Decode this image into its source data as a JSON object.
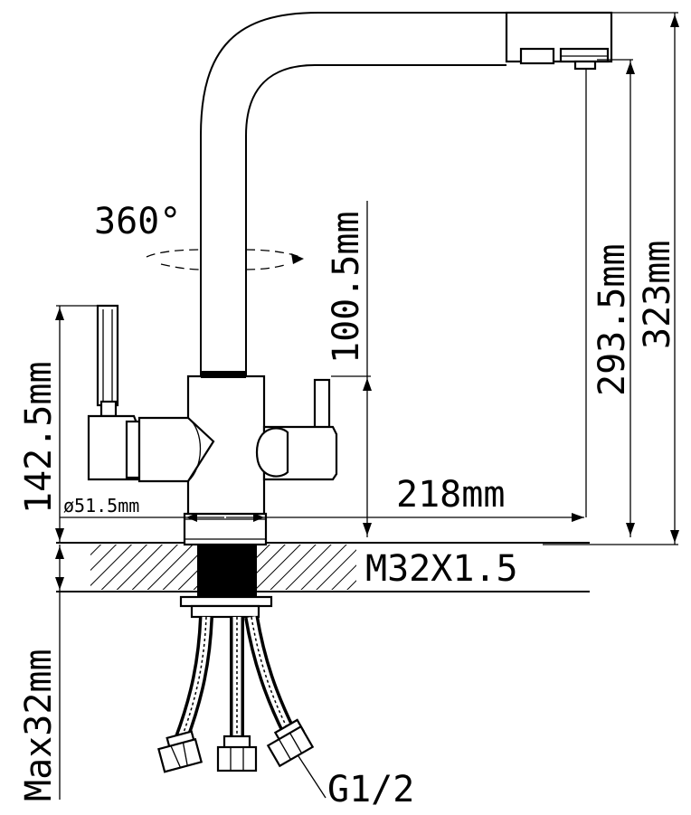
{
  "labels": {
    "rotation": "360°",
    "spout_height": "100.5mm",
    "outlet_height": "293.5mm",
    "total_height": "323mm",
    "reach": "218mm",
    "base_height": "142.5mm",
    "base_diameter": "ø51.5mm",
    "thread": "M32X1.5",
    "max_thickness": "Max32mm",
    "hose_connection": "G1/2"
  },
  "colors": {
    "line": "#000000",
    "background": "#ffffff"
  }
}
